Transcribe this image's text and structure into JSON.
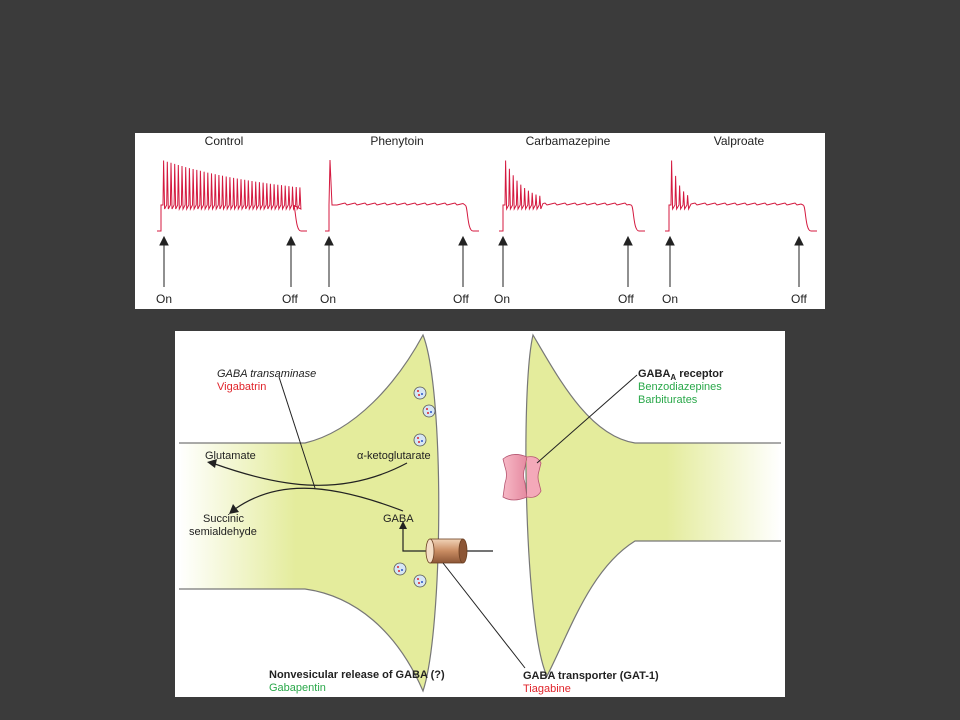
{
  "traces": {
    "labels": [
      "Control",
      "Phenytoin",
      "Carbamazepine",
      "Valproate"
    ],
    "on_label": "On",
    "off_label": "Off"
  },
  "synapse": {
    "gaba_transaminase": "GABA transaminase",
    "vigabatrin": "Vigabatrin",
    "glutamate": "Glutamate",
    "alpha_ketoglutarate": "α-ketoglutarate",
    "succinic": "Succinic",
    "semialdehyde": "semialdehyde",
    "gaba": "GABA",
    "receptor_main": "GABA",
    "receptor_sub": "A",
    "receptor_suffix": " receptor",
    "benzodiazepines": "Benzodiazepines",
    "barbiturates": "Barbiturates",
    "nonvesicular": "Nonvesicular release of GABA (?)",
    "gabapentin": "Gabapentin",
    "transporter": "GABA transporter (GAT-1)",
    "tiagabine": "Tiagabine"
  },
  "colors": {
    "trace": "#d4193f",
    "drug_red": "#e0242b",
    "drug_green": "#2aa84a",
    "cell_fill": "#e4ec9c",
    "background": "#3b3b3b"
  }
}
